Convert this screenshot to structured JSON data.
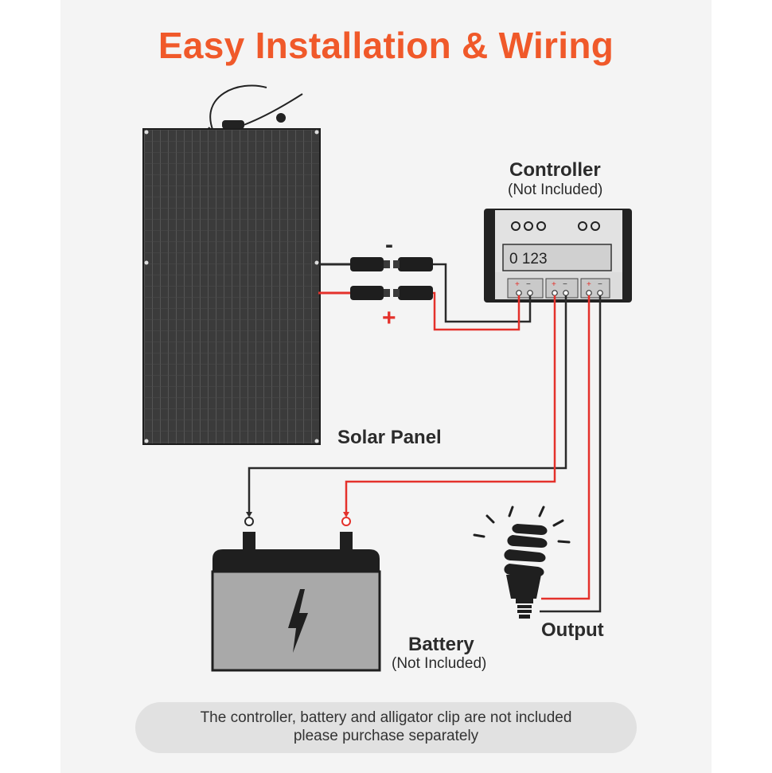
{
  "title": "Easy Installation & Wiring",
  "controller": {
    "name": "Controller",
    "note": "(Not Included)",
    "display": "0 123"
  },
  "solar_panel": {
    "name": "Solar Panel"
  },
  "battery": {
    "name": "Battery",
    "note": "(Not Included)"
  },
  "output": {
    "name": "Output"
  },
  "polarity": {
    "minus": "-",
    "plus": "+"
  },
  "footer": {
    "line1": "The controller, battery and alligator clip are not included",
    "line2": "please purchase separately"
  },
  "colors": {
    "title": "#f0592a",
    "wire_red": "#e4312b",
    "wire_black": "#2a2a2a",
    "panel": "#3a3a3a",
    "battery_body": "#a9a9a9",
    "battery_top": "#1f1f1f"
  },
  "icons": [
    "solar-panel-icon",
    "controller-icon",
    "battery-icon",
    "lightning-icon",
    "light-bulb-icon"
  ]
}
